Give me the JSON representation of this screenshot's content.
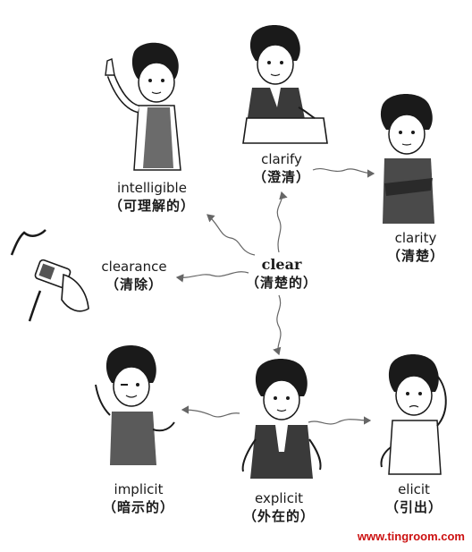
{
  "center": {
    "word": "clear",
    "meaning": "（清楚的）"
  },
  "nodes": {
    "clarify": {
      "word": "clarify",
      "meaning": "（澄清）"
    },
    "clarity": {
      "word": "clarity",
      "meaning": "（清楚）"
    },
    "intelligible": {
      "word": "intelligible",
      "meaning": "（可理解的）"
    },
    "clearance": {
      "word": "clearance",
      "meaning": "（清除）"
    },
    "implicit": {
      "word": "implicit",
      "meaning": "（暗示的）"
    },
    "explicit": {
      "word": "explicit",
      "meaning": "（外在的）"
    },
    "elicit": {
      "word": "elicit",
      "meaning": "（引出）"
    }
  },
  "watermark": "www.tingroom.com",
  "colors": {
    "ink": "#1a1a1a",
    "arrow": "#666666",
    "watermark": "#cc1111"
  }
}
